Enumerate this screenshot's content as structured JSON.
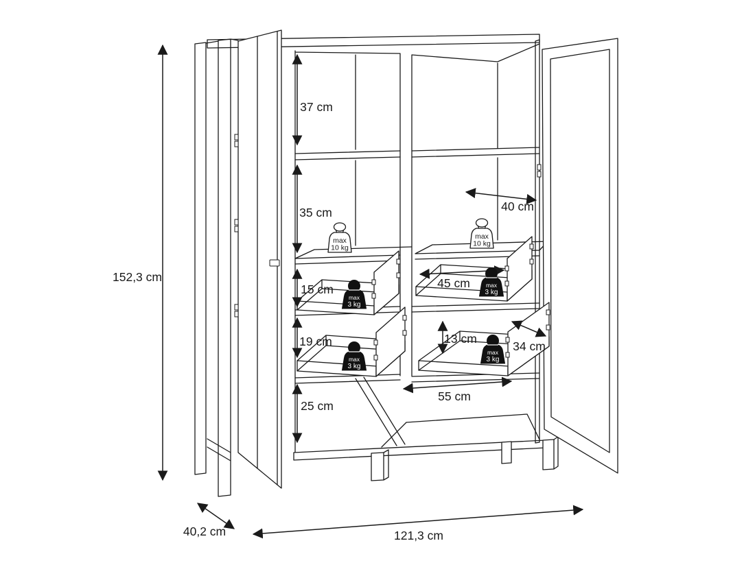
{
  "diagram": {
    "kind": "furniture dimension drawing",
    "subject": "two-door display cabinet with shelves and four pull-out drawers",
    "line_color": "#1a1a1a",
    "background": "#ffffff"
  },
  "dimensions": {
    "overall_height": "152,3 cm",
    "overall_depth": "40,2 cm",
    "overall_width": "121,3 cm",
    "top_compartment": "37 cm",
    "middle_compartment": "35 cm",
    "shelf_depth": "40 cm",
    "upper_drawer_section": "15 cm",
    "drawer_width": "45 cm",
    "lower_drawer_section": "19 cm",
    "drawer_inner_height": "13 cm",
    "drawer_depth": "34 cm",
    "bottom_compartment": "25 cm",
    "bottom_compartment_width": "55 cm"
  },
  "load_limits": {
    "shelf": {
      "line1": "max",
      "line2": "10 kg"
    },
    "drawer": {
      "line1": "max",
      "line2": "3 kg"
    }
  }
}
